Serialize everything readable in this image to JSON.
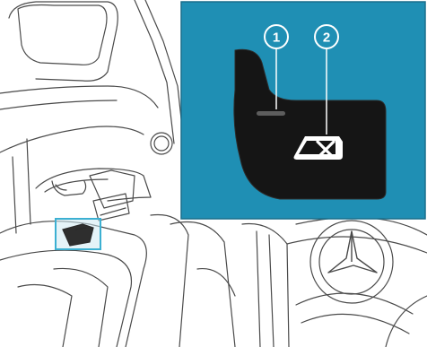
{
  "colors": {
    "background": "#ffffff",
    "line_art": "#4a4a4a",
    "callout_fill": "#1f8fb4",
    "callout_border": "#1a6f8c",
    "switch_panel": "#151515",
    "highlight_box": "#3cb0d2"
  },
  "callouts": [
    {
      "number": "1",
      "target": "indicator-lamp"
    },
    {
      "number": "2",
      "target": "child-lock-button"
    }
  ],
  "icons": {
    "indicator": "indicator-lamp-icon",
    "button": "child-safety-lock-window-icon"
  }
}
